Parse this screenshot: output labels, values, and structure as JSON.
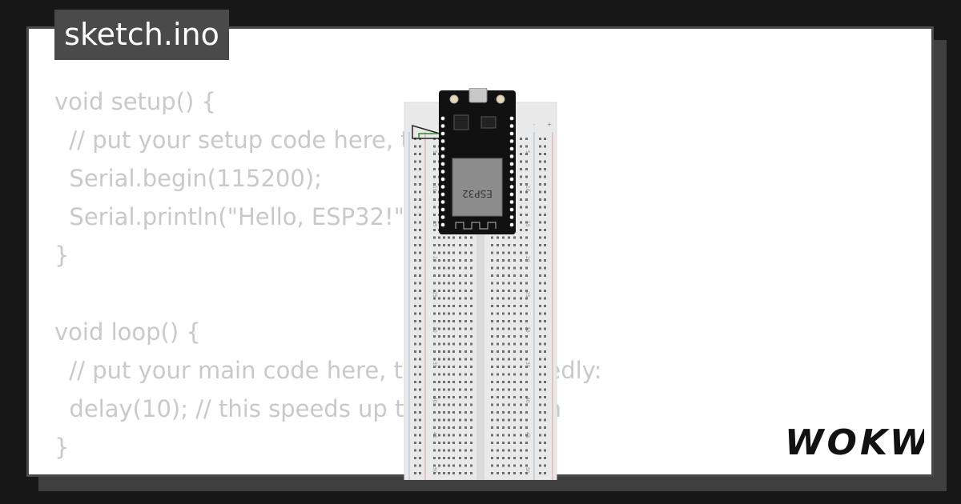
{
  "file": {
    "name": "sketch.ino"
  },
  "code": {
    "lines": [
      "void setup() {",
      "  // put your setup code here, to run once:",
      "  Serial.begin(115200);",
      "  Serial.println(\"Hello, ESP32!\");",
      "}",
      "",
      "void loop() {",
      "  // put your main code here, to run repeatedly:",
      "  delay(10); // this speeds up the simulation",
      "}"
    ]
  },
  "board": {
    "label": "ESP32"
  },
  "breadboard": {
    "row_numbers": [
      "5",
      "10",
      "15",
      "20",
      "25",
      "30",
      "35",
      "40",
      "45",
      "50"
    ]
  },
  "brand": {
    "name": "WOKWI"
  },
  "colors": {
    "background": "#171717",
    "panel": "#ffffff",
    "tab": "#4a4a4a",
    "code_text": "#c9c9c9",
    "board": "#111111",
    "wire": "#2e8b2e"
  }
}
